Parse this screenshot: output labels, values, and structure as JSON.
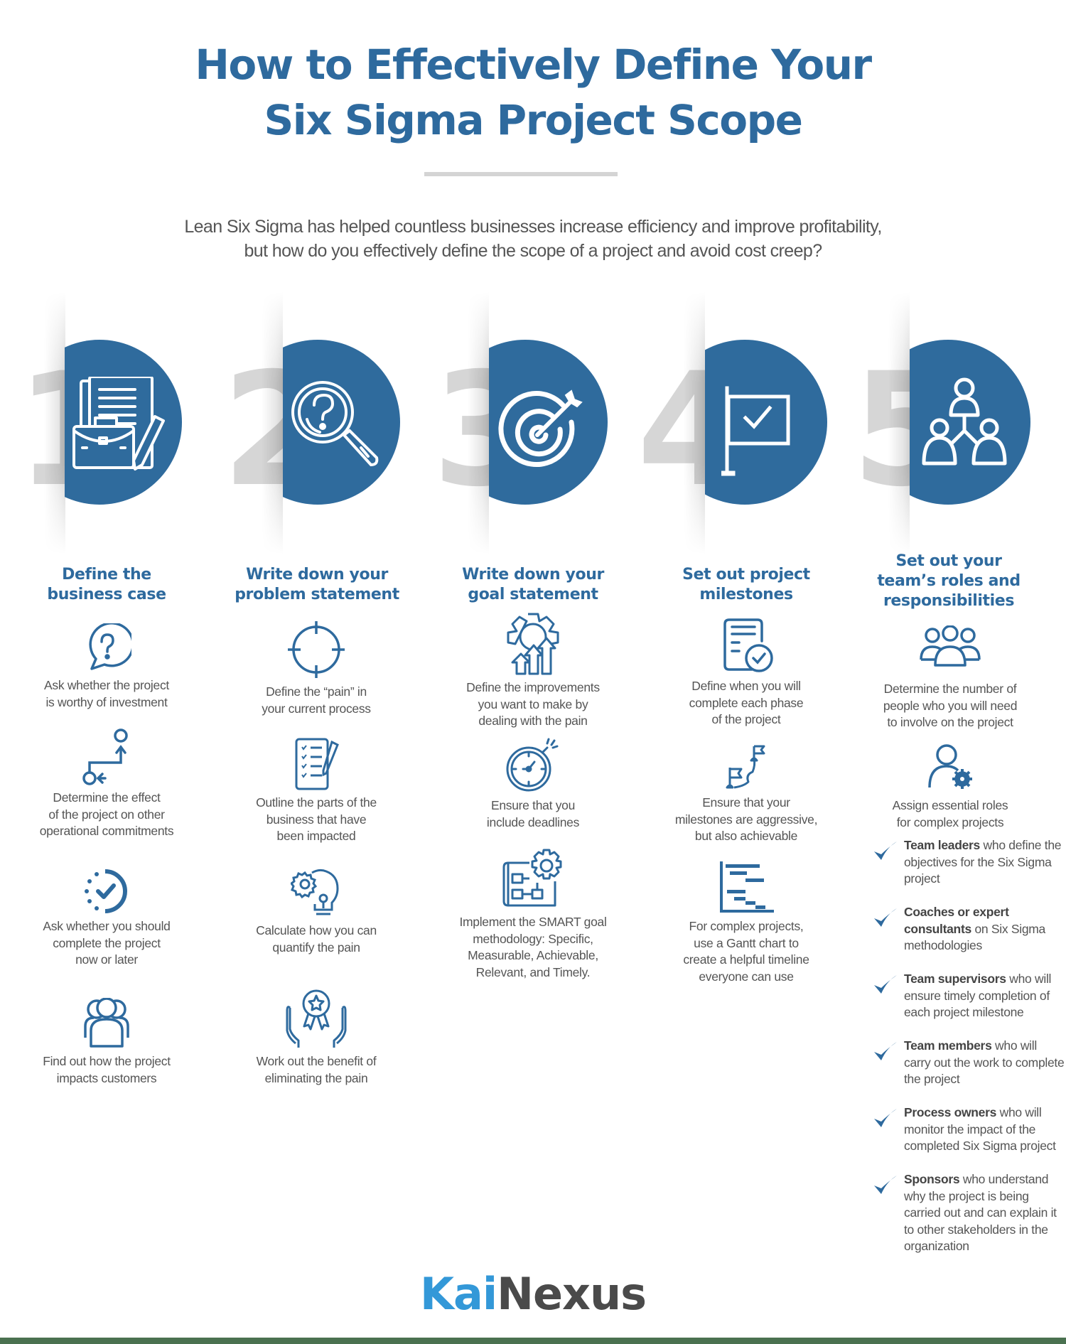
{
  "header": {
    "title_line1": "How to Effectively Define Your",
    "title_line2": "Six Sigma Project Scope",
    "subtitle_line1": "Lean Six Sigma has helped countless businesses increase efficiency and improve profitability,",
    "subtitle_line2": "but how do you effectively define the scope of a project and avoid cost creep?"
  },
  "colors": {
    "primary_blue": "#2e6a9e",
    "circle_blue": "#2f6b9d",
    "number_grey": "#d6d6d6",
    "body_text": "#555555",
    "logo_kai": "#3398d8",
    "logo_nexus": "#4a4a4a",
    "bottom_bar": "#4a7150"
  },
  "steps": [
    {
      "number": "1",
      "icon": "briefcase-document-pencil-icon",
      "heading_line1": "Define the",
      "heading_line2": "business case",
      "items": [
        {
          "icon": "question-bubble-icon",
          "lines": [
            "Ask whether the project",
            "is worthy of investment"
          ]
        },
        {
          "icon": "path-arrows-icon",
          "lines": [
            "Determine the effect",
            "of the project on other",
            "operational commitments"
          ]
        },
        {
          "icon": "dotted-check-clock-icon",
          "lines": [
            "Ask whether you should",
            "complete the project",
            "now or later"
          ]
        },
        {
          "icon": "customers-group-icon",
          "lines": [
            "Find out how the project",
            "impacts customers"
          ]
        }
      ]
    },
    {
      "number": "2",
      "icon": "magnifier-question-icon",
      "heading_line1": "Write down your",
      "heading_line2": "problem statement",
      "items": [
        {
          "icon": "crosshair-icon",
          "lines": [
            "Define the “pain” in",
            "your current process"
          ]
        },
        {
          "icon": "checklist-pen-icon",
          "lines": [
            "Outline the parts of the",
            "business that have",
            "been impacted"
          ]
        },
        {
          "icon": "gear-bulb-icon",
          "lines": [
            "Calculate how you can",
            "quantify the pain"
          ]
        },
        {
          "icon": "hands-award-icon",
          "lines": [
            "Work out the benefit of",
            "eliminating the pain"
          ]
        }
      ]
    },
    {
      "number": "3",
      "icon": "target-arrow-icon",
      "heading_line1": "Write down your",
      "heading_line2": "goal statement",
      "items": [
        {
          "icon": "gear-arrows-up-icon",
          "lines": [
            "Define the improvements",
            "you want to make by",
            "dealing with the pain"
          ]
        },
        {
          "icon": "stopwatch-bomb-icon",
          "lines": [
            "Ensure that you",
            "include deadlines"
          ]
        },
        {
          "icon": "blueprint-gear-icon",
          "lines": [
            "Implement the SMART goal",
            "methodology: Specific,",
            "Measurable, Achievable,",
            "Relevant, and Timely."
          ]
        }
      ]
    },
    {
      "number": "4",
      "icon": "flag-check-icon",
      "heading_line1": "Set out project",
      "heading_line2": "milestones",
      "items": [
        {
          "icon": "document-check-icon",
          "lines": [
            "Define when you will",
            "complete each phase",
            "of the project"
          ]
        },
        {
          "icon": "milestone-flags-icon",
          "lines": [
            "Ensure that your",
            "milestones are aggressive,",
            "but also achievable"
          ]
        },
        {
          "icon": "gantt-chart-icon",
          "lines": [
            "For complex projects,",
            "use a Gantt chart to",
            "create a helpful timeline",
            "everyone can use"
          ]
        }
      ]
    },
    {
      "number": "5",
      "icon": "org-hierarchy-icon",
      "heading_line1": "Set out your",
      "heading_line2": "team’s roles and",
      "heading_line3": "responsibilities",
      "items": [
        {
          "icon": "three-people-icon",
          "lines": [
            "Determine the number of",
            "people who you will need",
            "to involve on the project"
          ]
        },
        {
          "icon": "user-gear-icon",
          "lines": [
            "Assign essential roles",
            "for complex projects"
          ]
        }
      ],
      "roles": [
        {
          "bold": "Team leaders",
          "rest": " who define the objectives for the Six Sigma project"
        },
        {
          "bold": "Coaches or expert consultants",
          "rest": " on Six Sigma methodologies"
        },
        {
          "bold": "Team supervisors",
          "rest": " who will ensure timely completion of each project milestone"
        },
        {
          "bold": "Team members",
          "rest": " who will carry out the work to complete the project"
        },
        {
          "bold": "Process owners",
          "rest": " who will monitor the impact of the completed Six Sigma project"
        },
        {
          "bold": "Sponsors",
          "rest": " who understand why the project is being carried out and can explain it to other stakeholders in the organization"
        }
      ]
    }
  ],
  "footer": {
    "logo_part1": "Kai",
    "logo_part2": "Nexus"
  }
}
